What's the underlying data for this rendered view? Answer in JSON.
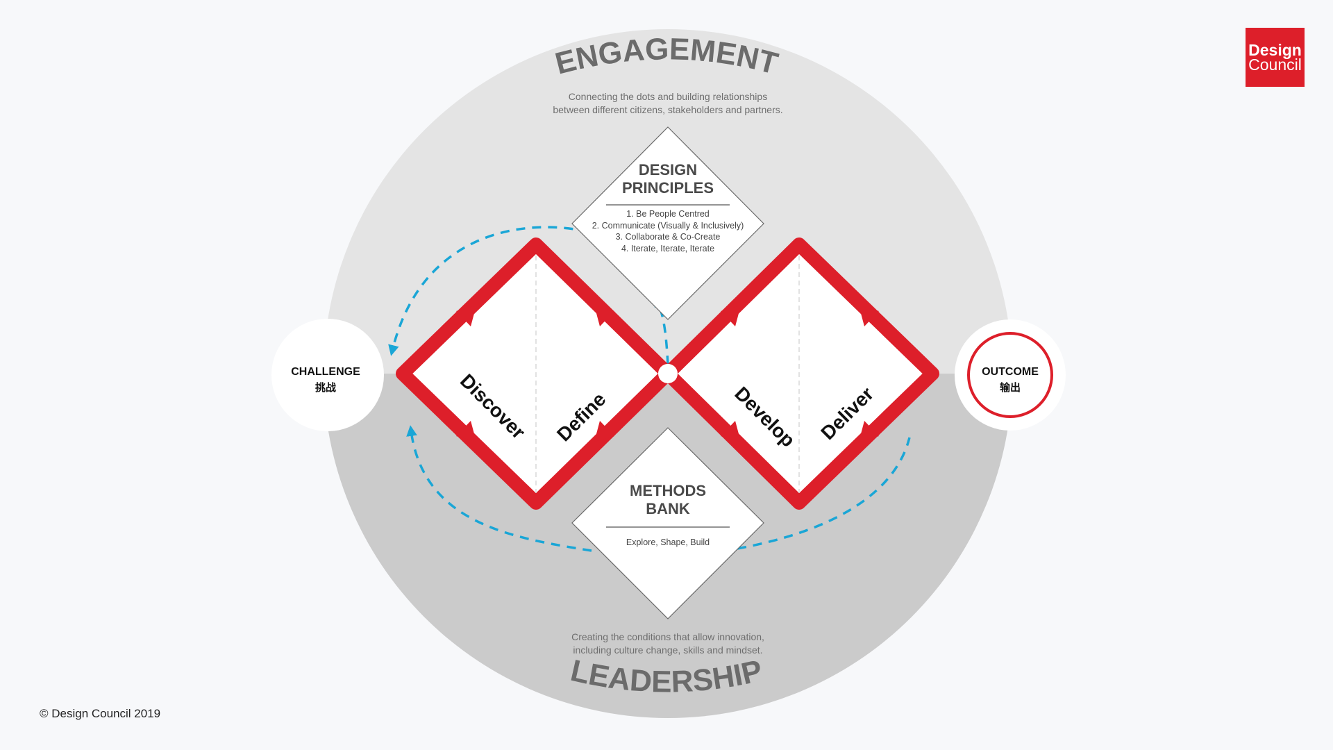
{
  "brand": {
    "logo_line1": "Design",
    "logo_line2": "Council"
  },
  "copyright": "© Design Council 2019",
  "engagement": {
    "title": "ENGAGEMENT",
    "line1": "Connecting the dots and building relationships",
    "line2": "between different citizens, stakeholders and partners."
  },
  "leadership": {
    "title": "LEADERSHIP",
    "line1": "Creating the conditions that allow innovation,",
    "line2": "including culture change, skills and mindset."
  },
  "challenge": {
    "label": "CHALLENGE",
    "label_cn": "挑战"
  },
  "outcome": {
    "label": "OUTCOME",
    "label_cn": "输出"
  },
  "principles": {
    "title1": "DESIGN",
    "title2": "PRINCIPLES",
    "items": [
      "1. Be People Centred",
      "2. Communicate (Visually & Inclusively)",
      "3. Collaborate & Co-Create",
      "4. Iterate, Iterate, Iterate"
    ]
  },
  "methods": {
    "title1": "METHODS",
    "title2": "BANK",
    "subtitle": "Explore, Shape, Build"
  },
  "phases": {
    "discover": "Discover",
    "define": "Define",
    "develop": "Develop",
    "deliver": "Deliver"
  },
  "colors": {
    "red": "#dd1f2a",
    "blue": "#1aa6d6",
    "upper_circle": "#e4e4e4",
    "lower_circle": "#cbcbcb",
    "title_grey": "#6b6b6b"
  }
}
